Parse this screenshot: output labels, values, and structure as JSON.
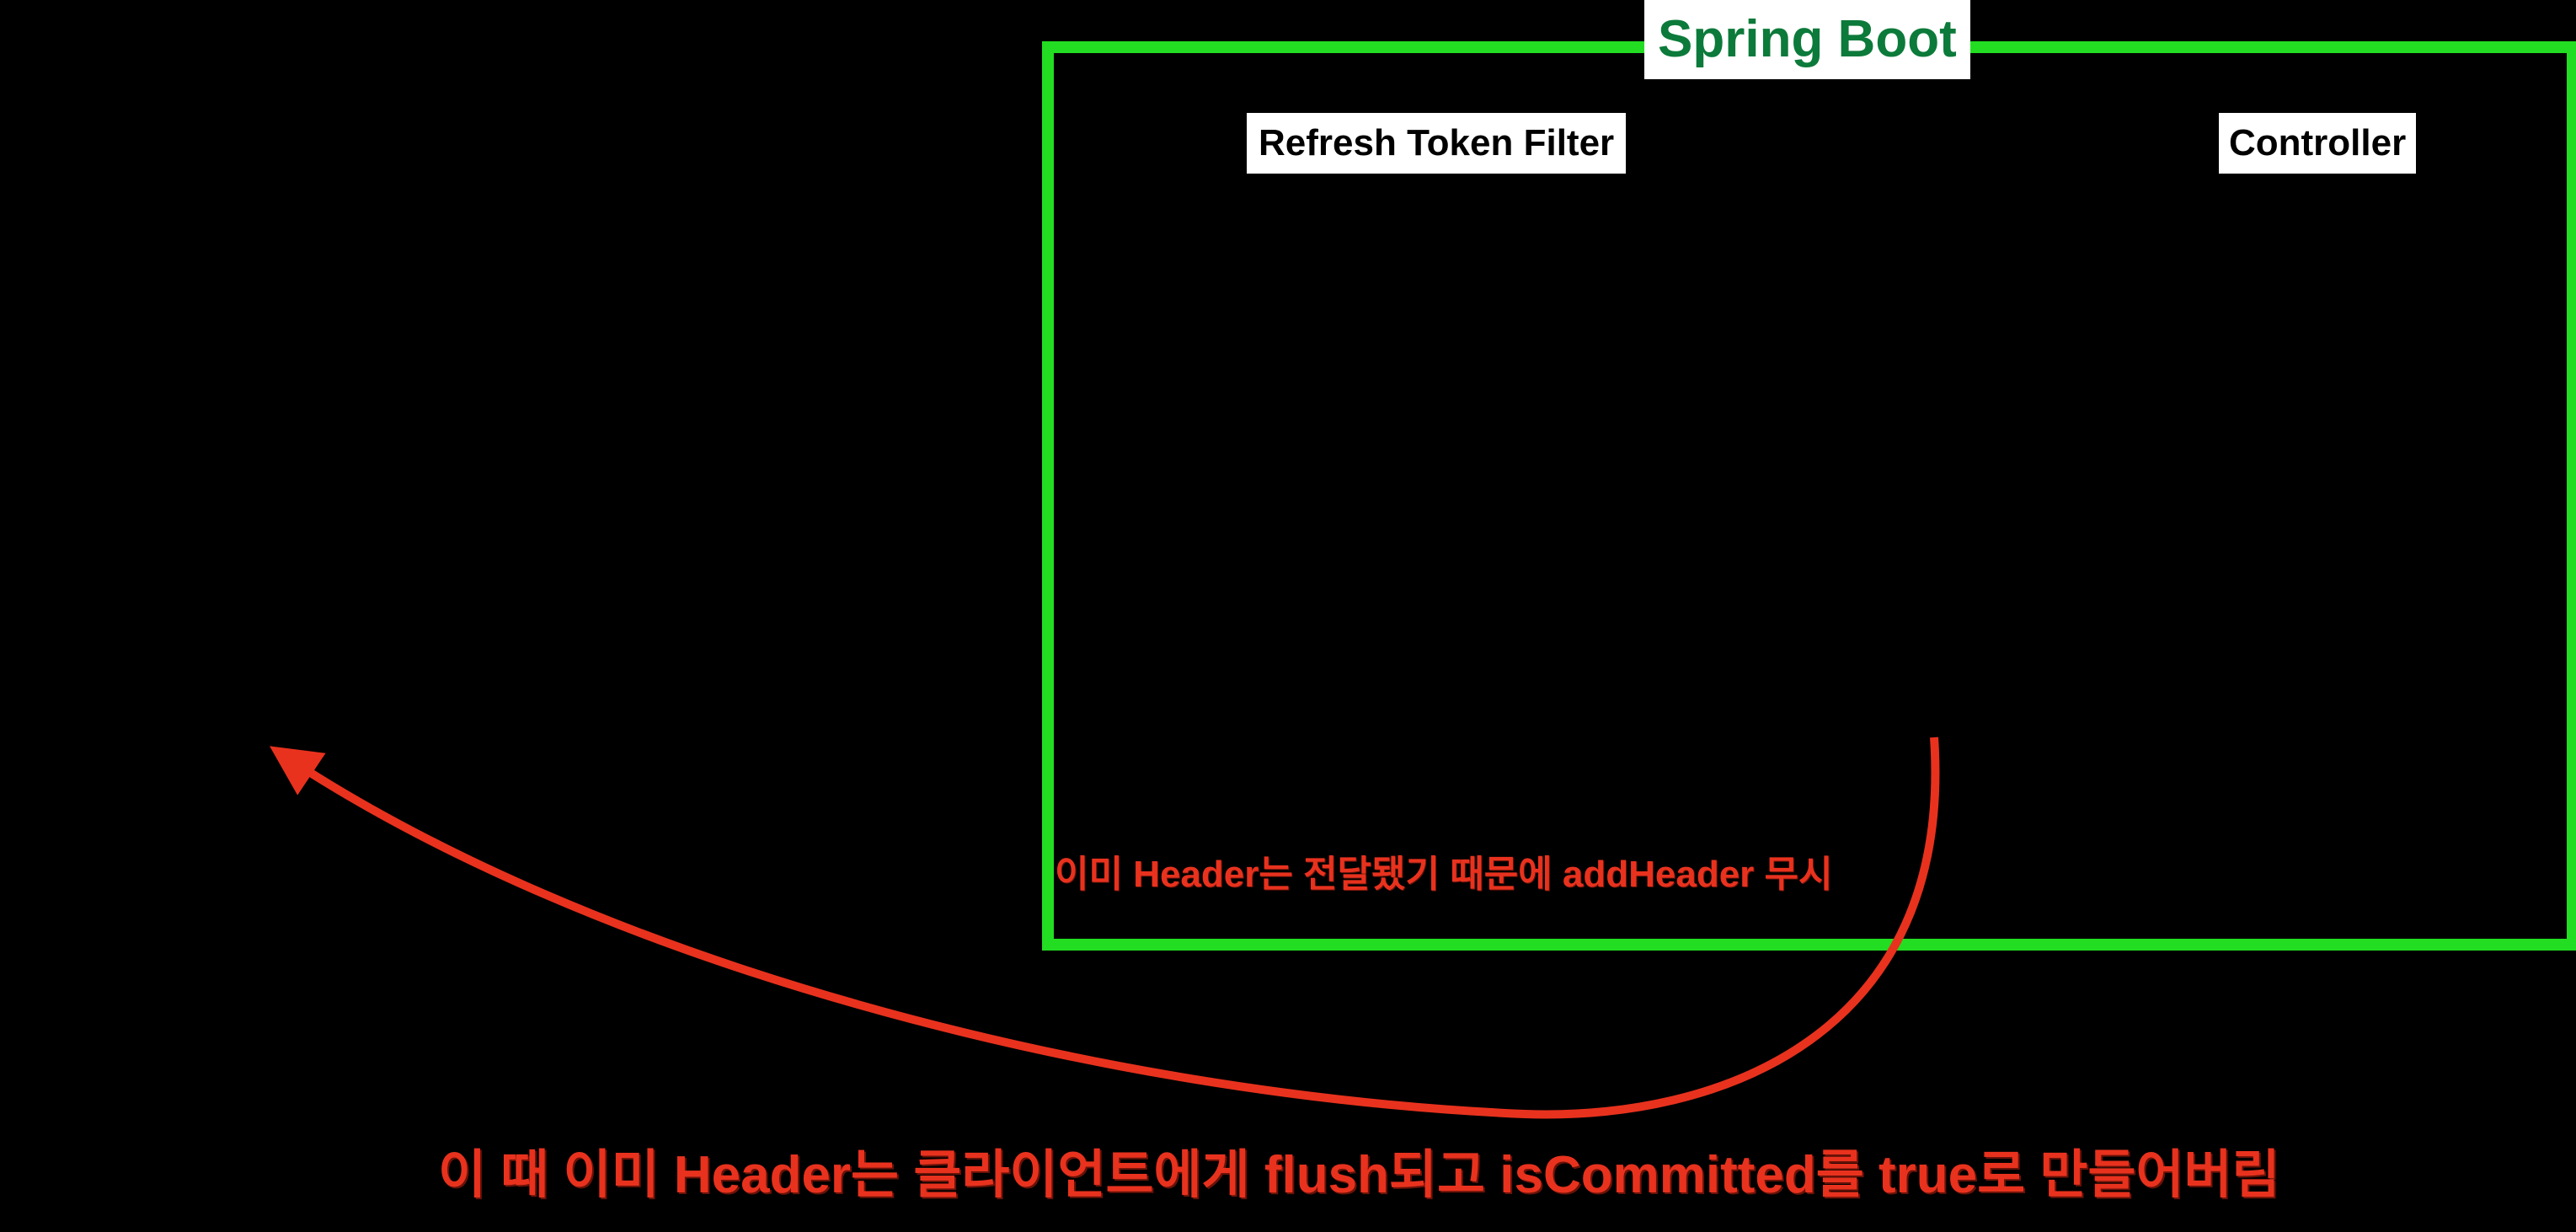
{
  "container": {
    "title": "Spring Boot",
    "border_color": "#22dd22",
    "title_color": "#0c7a3a"
  },
  "components": {
    "refresh_filter": "Refresh Token Filter",
    "controller": "Controller"
  },
  "annotations": {
    "ignore_note": "이미 Header는 전달됐기 때문에 addHeader 무시",
    "bottom_caption": "이 때 이미 Header는 클라이언트에게 flush되고 isCommitted를 true로 만들어버림",
    "color": "#e8321e"
  }
}
